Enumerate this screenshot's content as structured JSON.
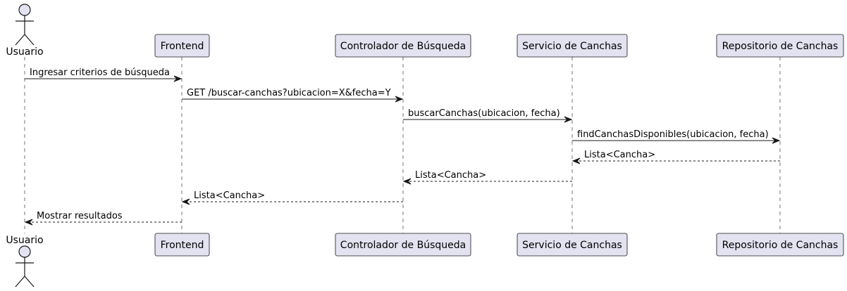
{
  "participants": [
    {
      "id": "usuario",
      "label": "Usuario",
      "kind": "actor"
    },
    {
      "id": "frontend",
      "label": "Frontend",
      "kind": "participant"
    },
    {
      "id": "controlador",
      "label": "Controlador de Búsqueda",
      "kind": "participant"
    },
    {
      "id": "servicio",
      "label": "Servicio de Canchas",
      "kind": "participant"
    },
    {
      "id": "repositorio",
      "label": "Repositorio de Canchas",
      "kind": "participant"
    }
  ],
  "messages": [
    {
      "from": "usuario",
      "to": "frontend",
      "label": "Ingresar criterios de búsqueda",
      "style": "solid"
    },
    {
      "from": "frontend",
      "to": "controlador",
      "label": "GET /buscar-canchas?ubicacion=X&fecha=Y",
      "style": "solid"
    },
    {
      "from": "controlador",
      "to": "servicio",
      "label": "buscarCanchas(ubicacion, fecha)",
      "style": "solid"
    },
    {
      "from": "servicio",
      "to": "repositorio",
      "label": "findCanchasDisponibles(ubicacion, fecha)",
      "style": "solid"
    },
    {
      "from": "repositorio",
      "to": "servicio",
      "label": "Lista<Cancha>",
      "style": "dashed"
    },
    {
      "from": "servicio",
      "to": "controlador",
      "label": "Lista<Cancha>",
      "style": "dashed"
    },
    {
      "from": "controlador",
      "to": "frontend",
      "label": "Lista<Cancha>",
      "style": "dashed"
    },
    {
      "from": "frontend",
      "to": "usuario",
      "label": "Mostrar resultados",
      "style": "dashed"
    }
  ],
  "colors": {
    "participant_fill": "#E2E2F0",
    "participant_border": "#181818",
    "lifeline": "#181818",
    "arrow": "#181818"
  }
}
